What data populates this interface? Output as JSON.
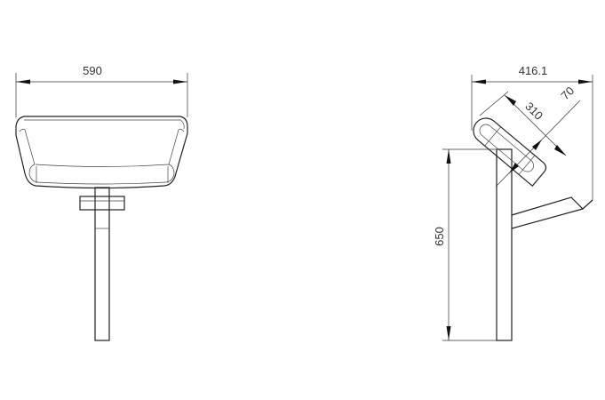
{
  "front_view": {
    "width_dimension": "590"
  },
  "side_view": {
    "depth_dimension": "416.1",
    "height_dimension": "650",
    "pad_length_dimension": "310",
    "pad_thickness_dimension": "70"
  }
}
